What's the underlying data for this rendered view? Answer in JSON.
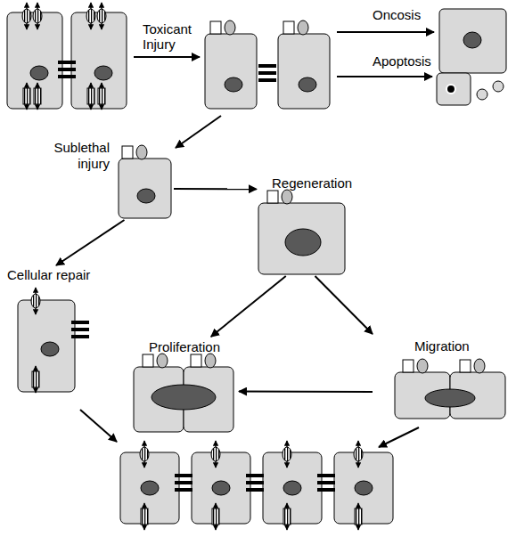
{
  "diagram": {
    "nodes": [
      {
        "text": [
          "Sublethal injury"
        ]
      },
      {
        "text": [
          "Regeneration"
        ]
      },
      {
        "text": [
          "Cellular repair"
        ]
      },
      {
        "text": [
          "Proliferation"
        ]
      },
      {
        "text": [
          "Migration"
        ]
      }
    ],
    "edges": [
      {
        "from": 0,
        "to": 1,
        "arrow": "to"
      },
      {
        "from": 0,
        "to": 2,
        "arrow": "to"
      },
      {
        "from": 1,
        "to": 3,
        "arrow": "to"
      },
      {
        "from": 1,
        "to": 4,
        "arrow": "to"
      },
      {
        "from": 4,
        "to": 3,
        "arrow": "to"
      }
    ],
    "labels": [
      "Toxicant Injury",
      "Oncosis",
      "Apoptosis"
    ]
  }
}
